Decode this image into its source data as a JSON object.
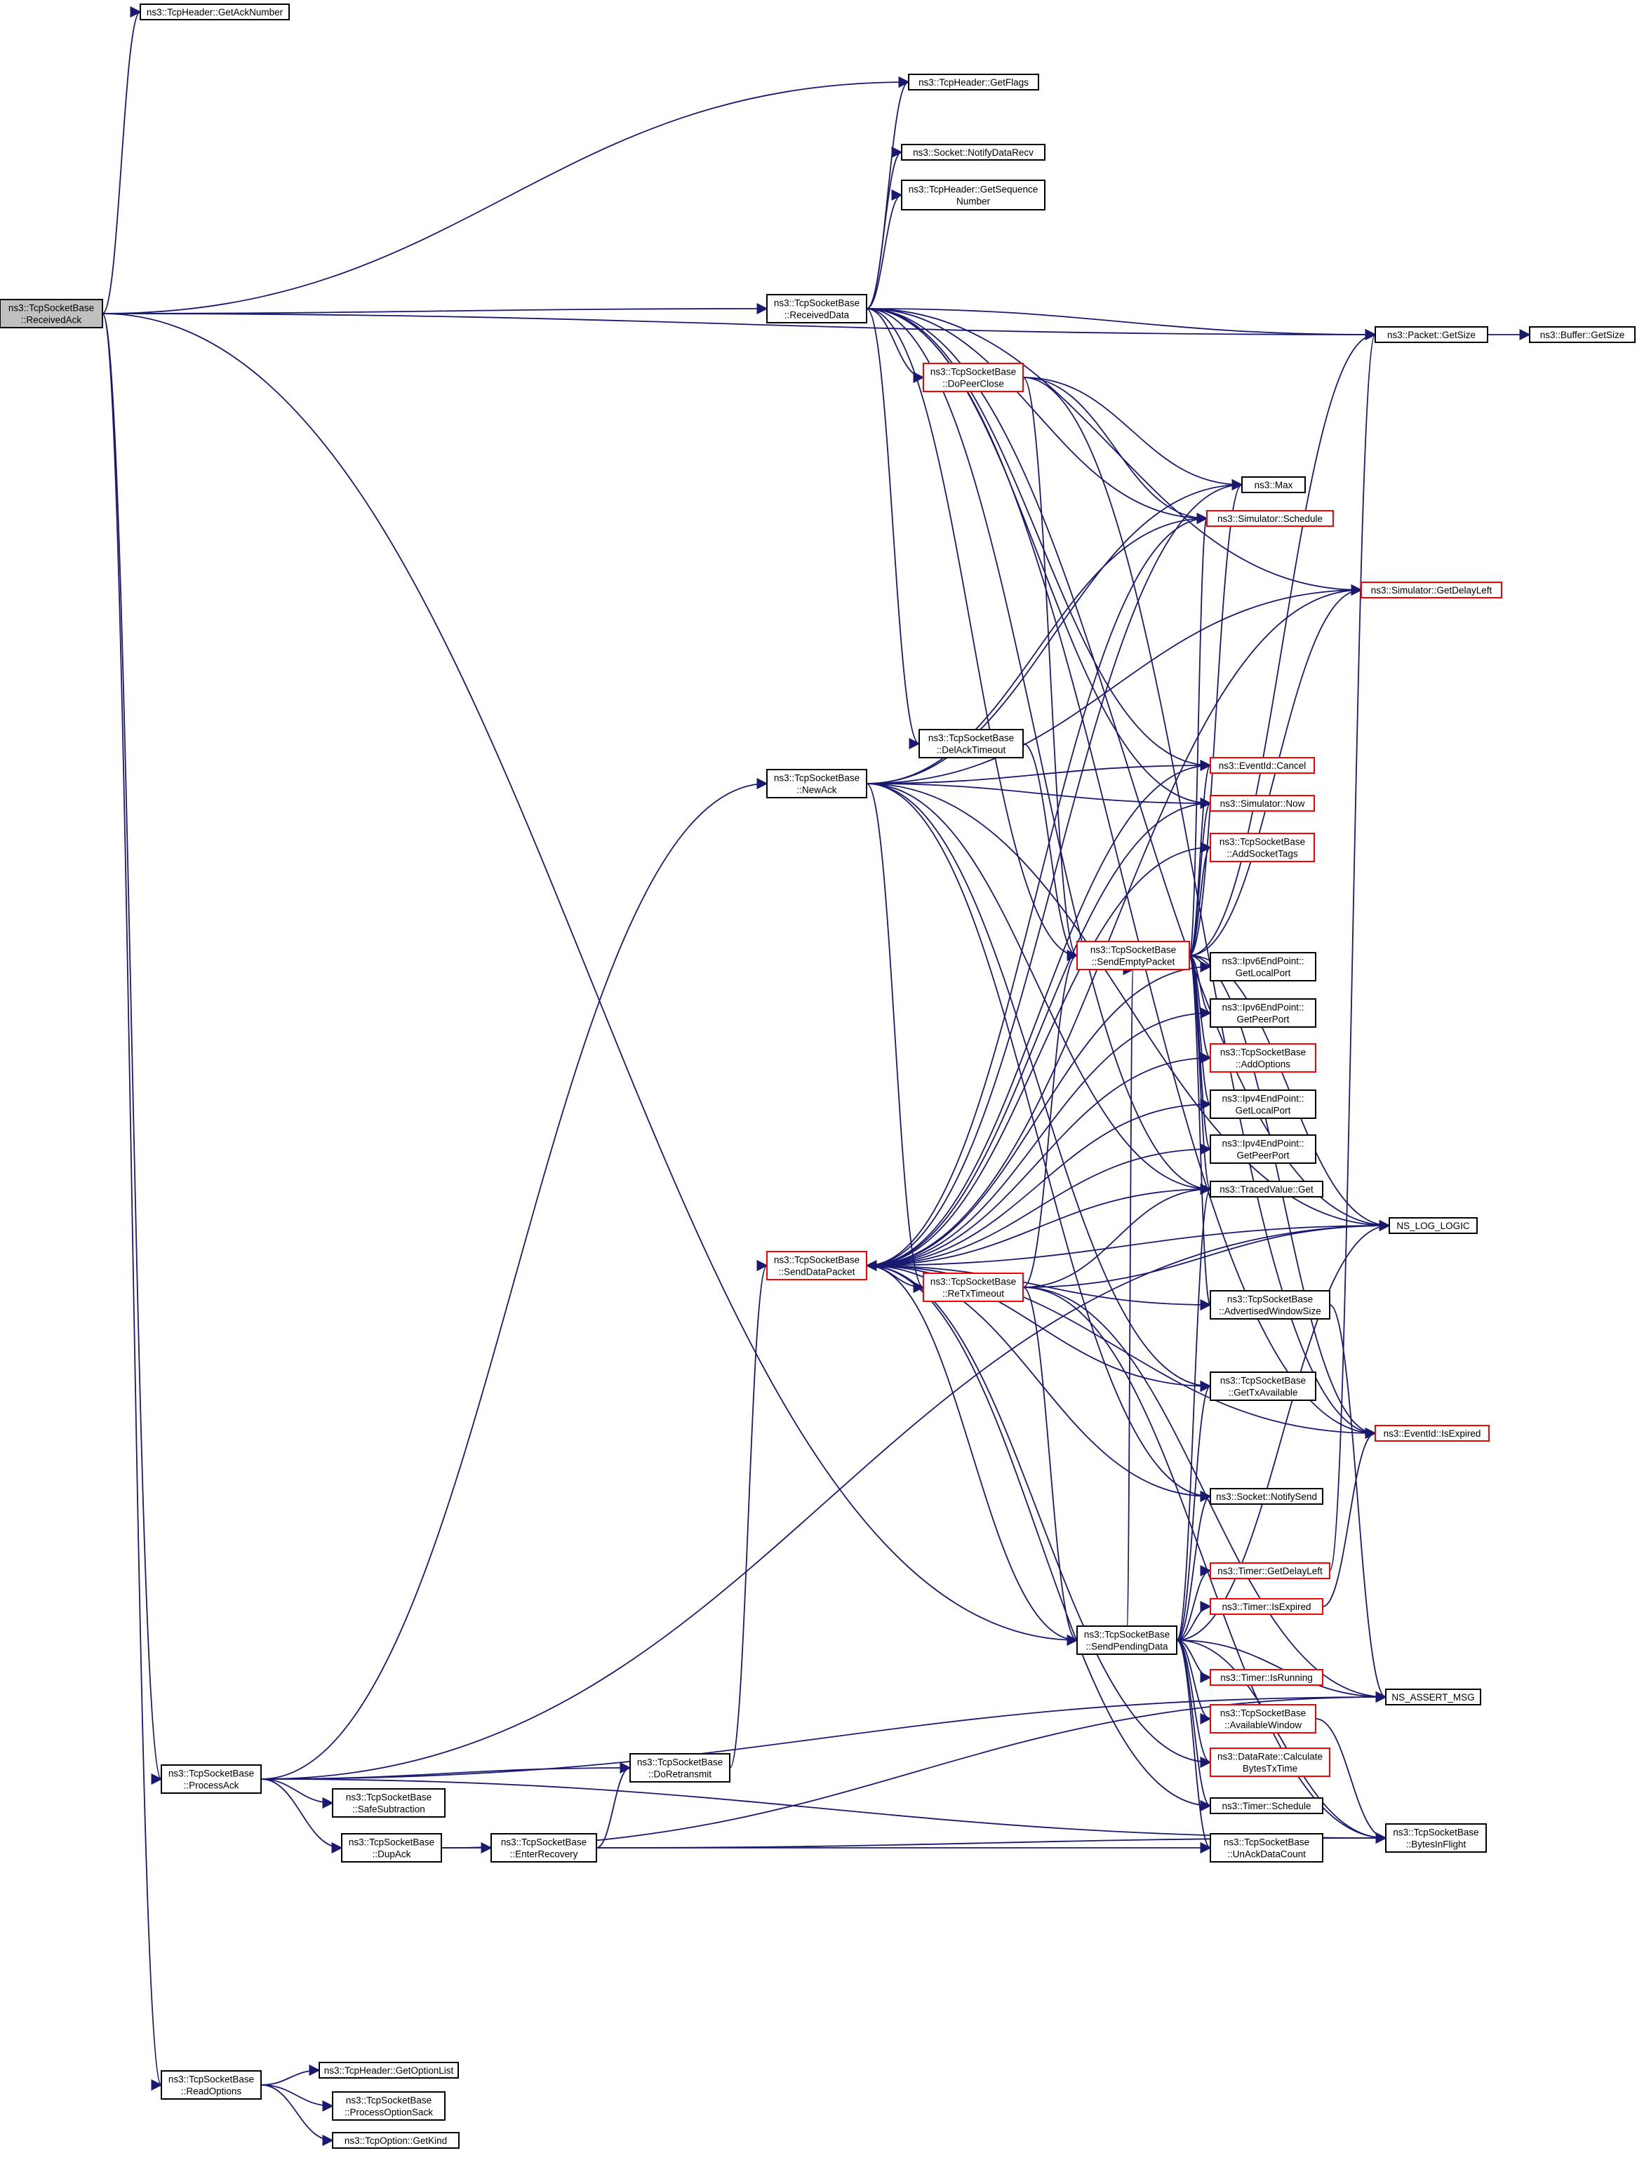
{
  "graph": {
    "title": "",
    "colors": {
      "edge": "#191970",
      "node_border": "#000000",
      "node_border_highlight": "#ff0000",
      "node_fill": "#ffffff",
      "focus_fill": "#c0c0c0"
    },
    "nodes": [
      {
        "id": "receivedAck",
        "lines": [
          "ns3::TcpSocketBase",
          "::ReceivedAck"
        ],
        "style": "focus"
      },
      {
        "id": "getAckNumber",
        "lines": [
          "ns3::TcpHeader::GetAckNumber"
        ],
        "style": "normal"
      },
      {
        "id": "getFlags",
        "lines": [
          "ns3::TcpHeader::GetFlags"
        ],
        "style": "normal"
      },
      {
        "id": "notifyDataRecv",
        "lines": [
          "ns3::Socket::NotifyDataRecv"
        ],
        "style": "normal"
      },
      {
        "id": "getSeqNum",
        "lines": [
          "ns3::TcpHeader::GetSequence",
          "Number"
        ],
        "style": "normal"
      },
      {
        "id": "receivedData",
        "lines": [
          "ns3::TcpSocketBase",
          "::ReceivedData"
        ],
        "style": "normal"
      },
      {
        "id": "packetGetSize",
        "lines": [
          "ns3::Packet::GetSize"
        ],
        "style": "normal"
      },
      {
        "id": "bufferGetSize",
        "lines": [
          "ns3::Buffer::GetSize"
        ],
        "style": "normal"
      },
      {
        "id": "doPeerClose",
        "lines": [
          "ns3::TcpSocketBase",
          "::DoPeerClose"
        ],
        "style": "red"
      },
      {
        "id": "max",
        "lines": [
          "ns3::Max"
        ],
        "style": "normal"
      },
      {
        "id": "schedule",
        "lines": [
          "ns3::Simulator::Schedule"
        ],
        "style": "red"
      },
      {
        "id": "getDelayLeft",
        "lines": [
          "ns3::Simulator::GetDelayLeft"
        ],
        "style": "red"
      },
      {
        "id": "delAckTimeout",
        "lines": [
          "ns3::TcpSocketBase",
          "::DelAckTimeout"
        ],
        "style": "normal"
      },
      {
        "id": "newAck",
        "lines": [
          "ns3::TcpSocketBase",
          "::NewAck"
        ],
        "style": "normal"
      },
      {
        "id": "eventCancel",
        "lines": [
          "ns3::EventId::Cancel"
        ],
        "style": "red"
      },
      {
        "id": "simNow",
        "lines": [
          "ns3::Simulator::Now"
        ],
        "style": "red"
      },
      {
        "id": "addSocketTags",
        "lines": [
          "ns3::TcpSocketBase",
          "::AddSocketTags"
        ],
        "style": "red"
      },
      {
        "id": "sendEmptyPacket",
        "lines": [
          "ns3::TcpSocketBase",
          "::SendEmptyPacket"
        ],
        "style": "red"
      },
      {
        "id": "ipv6GetLocalPort",
        "lines": [
          "ns3::Ipv6EndPoint::",
          "GetLocalPort"
        ],
        "style": "normal"
      },
      {
        "id": "ipv6GetPeerPort",
        "lines": [
          "ns3::Ipv6EndPoint::",
          "GetPeerPort"
        ],
        "style": "normal"
      },
      {
        "id": "addOptions",
        "lines": [
          "ns3::TcpSocketBase",
          "::AddOptions"
        ],
        "style": "red"
      },
      {
        "id": "ipv4GetLocalPort",
        "lines": [
          "ns3::Ipv4EndPoint::",
          "GetLocalPort"
        ],
        "style": "normal"
      },
      {
        "id": "ipv4GetPeerPort",
        "lines": [
          "ns3::Ipv4EndPoint::",
          "GetPeerPort"
        ],
        "style": "normal"
      },
      {
        "id": "tracedGet",
        "lines": [
          "ns3::TracedValue::Get"
        ],
        "style": "normal"
      },
      {
        "id": "nsLogLogic",
        "lines": [
          "NS_LOG_LOGIC"
        ],
        "style": "normal"
      },
      {
        "id": "sendDataPacket",
        "lines": [
          "ns3::TcpSocketBase",
          "::SendDataPacket"
        ],
        "style": "red"
      },
      {
        "id": "reTxTimeout",
        "lines": [
          "ns3::TcpSocketBase",
          "::ReTxTimeout"
        ],
        "style": "red"
      },
      {
        "id": "advWindowSize",
        "lines": [
          "ns3::TcpSocketBase",
          "::AdvertisedWindowSize"
        ],
        "style": "normal"
      },
      {
        "id": "getTxAvailable",
        "lines": [
          "ns3::TcpSocketBase",
          "::GetTxAvailable"
        ],
        "style": "normal"
      },
      {
        "id": "eventIsExpired",
        "lines": [
          "ns3::EventId::IsExpired"
        ],
        "style": "red"
      },
      {
        "id": "notifySend",
        "lines": [
          "ns3::Socket::NotifySend"
        ],
        "style": "normal"
      },
      {
        "id": "timerGetDelayLeft",
        "lines": [
          "ns3::Timer::GetDelayLeft"
        ],
        "style": "red"
      },
      {
        "id": "timerIsExpired",
        "lines": [
          "ns3::Timer::IsExpired"
        ],
        "style": "red"
      },
      {
        "id": "sendPendingData",
        "lines": [
          "ns3::TcpSocketBase",
          "::SendPendingData"
        ],
        "style": "normal"
      },
      {
        "id": "timerIsRunning",
        "lines": [
          "ns3::Timer::IsRunning"
        ],
        "style": "red"
      },
      {
        "id": "nsAssertMsg",
        "lines": [
          "NS_ASSERT_MSG"
        ],
        "style": "normal"
      },
      {
        "id": "availableWindow",
        "lines": [
          "ns3::TcpSocketBase",
          "::AvailableWindow"
        ],
        "style": "red"
      },
      {
        "id": "dataRateCalc",
        "lines": [
          "ns3::DataRate::Calculate",
          "BytesTxTime"
        ],
        "style": "red"
      },
      {
        "id": "processAck",
        "lines": [
          "ns3::TcpSocketBase",
          "::ProcessAck"
        ],
        "style": "normal"
      },
      {
        "id": "doRetransmit",
        "lines": [
          "ns3::TcpSocketBase",
          "::DoRetransmit"
        ],
        "style": "normal"
      },
      {
        "id": "safeSubtraction",
        "lines": [
          "ns3::TcpSocketBase",
          "::SafeSubtraction"
        ],
        "style": "normal"
      },
      {
        "id": "timerSchedule",
        "lines": [
          "ns3::Timer::Schedule"
        ],
        "style": "normal"
      },
      {
        "id": "bytesInFlight",
        "lines": [
          "ns3::TcpSocketBase",
          "::BytesInFlight"
        ],
        "style": "normal"
      },
      {
        "id": "dupAck",
        "lines": [
          "ns3::TcpSocketBase",
          "::DupAck"
        ],
        "style": "normal"
      },
      {
        "id": "enterRecovery",
        "lines": [
          "ns3::TcpSocketBase",
          "::EnterRecovery"
        ],
        "style": "normal"
      },
      {
        "id": "unAckDataCount",
        "lines": [
          "ns3::TcpSocketBase",
          "::UnAckDataCount"
        ],
        "style": "normal"
      },
      {
        "id": "readOptions",
        "lines": [
          "ns3::TcpSocketBase",
          "::ReadOptions"
        ],
        "style": "normal"
      },
      {
        "id": "getOptionList",
        "lines": [
          "ns3::TcpHeader::GetOptionList"
        ],
        "style": "normal"
      },
      {
        "id": "processOptionSack",
        "lines": [
          "ns3::TcpSocketBase",
          "::ProcessOptionSack"
        ],
        "style": "normal"
      },
      {
        "id": "tcpOptionGetKind",
        "lines": [
          "ns3::TcpOption::GetKind"
        ],
        "style": "normal"
      }
    ],
    "edges": [
      [
        "receivedAck",
        "getAckNumber"
      ],
      [
        "receivedAck",
        "getFlags"
      ],
      [
        "receivedAck",
        "packetGetSize"
      ],
      [
        "receivedAck",
        "receivedData"
      ],
      [
        "receivedAck",
        "processAck"
      ],
      [
        "receivedAck",
        "readOptions"
      ],
      [
        "receivedAck",
        "sendPendingData"
      ],
      [
        "receivedData",
        "getFlags"
      ],
      [
        "receivedData",
        "notifyDataRecv"
      ],
      [
        "receivedData",
        "getSeqNum"
      ],
      [
        "receivedData",
        "packetGetSize"
      ],
      [
        "receivedData",
        "doPeerClose"
      ],
      [
        "receivedData",
        "getDelayLeft"
      ],
      [
        "receivedData",
        "nsLogLogic"
      ],
      [
        "receivedData",
        "eventIsExpired"
      ],
      [
        "receivedData",
        "schedule"
      ],
      [
        "receivedData",
        "delAckTimeout"
      ],
      [
        "receivedData",
        "eventCancel"
      ],
      [
        "receivedData",
        "simNow"
      ],
      [
        "receivedData",
        "sendEmptyPacket"
      ],
      [
        "receivedData",
        "tracedGet"
      ],
      [
        "packetGetSize",
        "bufferGetSize"
      ],
      [
        "doPeerClose",
        "max"
      ],
      [
        "doPeerClose",
        "schedule"
      ],
      [
        "doPeerClose",
        "sendEmptyPacket"
      ],
      [
        "doPeerClose",
        "eventIsExpired"
      ],
      [
        "delAckTimeout",
        "sendEmptyPacket"
      ],
      [
        "newAck",
        "max"
      ],
      [
        "newAck",
        "schedule"
      ],
      [
        "newAck",
        "getDelayLeft"
      ],
      [
        "newAck",
        "eventCancel"
      ],
      [
        "newAck",
        "simNow"
      ],
      [
        "newAck",
        "nsLogLogic"
      ],
      [
        "newAck",
        "reTxTimeout"
      ],
      [
        "newAck",
        "tracedGet"
      ],
      [
        "newAck",
        "getTxAvailable"
      ],
      [
        "newAck",
        "notifySend"
      ],
      [
        "sendEmptyPacket",
        "max"
      ],
      [
        "sendEmptyPacket",
        "schedule"
      ],
      [
        "sendEmptyPacket",
        "getDelayLeft"
      ],
      [
        "sendEmptyPacket",
        "eventCancel"
      ],
      [
        "sendEmptyPacket",
        "simNow"
      ],
      [
        "sendEmptyPacket",
        "addSocketTags"
      ],
      [
        "sendEmptyPacket",
        "ipv6GetLocalPort"
      ],
      [
        "sendEmptyPacket",
        "ipv6GetPeerPort"
      ],
      [
        "sendEmptyPacket",
        "addOptions"
      ],
      [
        "sendEmptyPacket",
        "ipv4GetLocalPort"
      ],
      [
        "sendEmptyPacket",
        "ipv4GetPeerPort"
      ],
      [
        "sendEmptyPacket",
        "tracedGet"
      ],
      [
        "sendEmptyPacket",
        "nsLogLogic"
      ],
      [
        "sendEmptyPacket",
        "advWindowSize"
      ],
      [
        "sendEmptyPacket",
        "eventIsExpired"
      ],
      [
        "sendEmptyPacket",
        "packetGetSize"
      ],
      [
        "sendDataPacket",
        "schedule"
      ],
      [
        "sendDataPacket",
        "getDelayLeft"
      ],
      [
        "sendDataPacket",
        "max"
      ],
      [
        "sendDataPacket",
        "eventCancel"
      ],
      [
        "sendDataPacket",
        "simNow"
      ],
      [
        "sendDataPacket",
        "addSocketTags"
      ],
      [
        "sendDataPacket",
        "ipv6GetLocalPort"
      ],
      [
        "sendDataPacket",
        "ipv6GetPeerPort"
      ],
      [
        "sendDataPacket",
        "addOptions"
      ],
      [
        "sendDataPacket",
        "ipv4GetLocalPort"
      ],
      [
        "sendDataPacket",
        "ipv4GetPeerPort"
      ],
      [
        "sendDataPacket",
        "tracedGet"
      ],
      [
        "sendDataPacket",
        "nsLogLogic"
      ],
      [
        "sendDataPacket",
        "reTxTimeout"
      ],
      [
        "sendDataPacket",
        "advWindowSize"
      ],
      [
        "sendDataPacket",
        "eventIsExpired"
      ],
      [
        "sendDataPacket",
        "timerSchedule"
      ],
      [
        "sendDataPacket",
        "dataRateCalc"
      ],
      [
        "sendDataPacket",
        "notifySend"
      ],
      [
        "sendDataPacket",
        "getTxAvailable"
      ],
      [
        "reTxTimeout",
        "sendEmptyPacket"
      ],
      [
        "reTxTimeout",
        "tracedGet"
      ],
      [
        "reTxTimeout",
        "nsLogLogic"
      ],
      [
        "reTxTimeout",
        "nsAssertMsg"
      ],
      [
        "reTxTimeout",
        "sendPendingData"
      ],
      [
        "reTxTimeout",
        "bytesInFlight"
      ],
      [
        "advWindowSize",
        "nsAssertMsg"
      ],
      [
        "sendPendingData",
        "sendDataPacket"
      ],
      [
        "sendPendingData",
        "sendEmptyPacket"
      ],
      [
        "sendPendingData",
        "tracedGet"
      ],
      [
        "sendPendingData",
        "nsLogLogic"
      ],
      [
        "sendPendingData",
        "getTxAvailable"
      ],
      [
        "sendPendingData",
        "notifySend"
      ],
      [
        "sendPendingData",
        "timerGetDelayLeft"
      ],
      [
        "sendPendingData",
        "timerIsExpired"
      ],
      [
        "sendPendingData",
        "timerIsRunning"
      ],
      [
        "sendPendingData",
        "availableWindow"
      ],
      [
        "sendPendingData",
        "dataRateCalc"
      ],
      [
        "sendPendingData",
        "timerSchedule"
      ],
      [
        "sendPendingData",
        "unAckDataCount"
      ],
      [
        "sendPendingData",
        "bytesInFlight"
      ],
      [
        "sendPendingData",
        "nsAssertMsg"
      ],
      [
        "timerGetDelayLeft",
        "packetGetSize"
      ],
      [
        "timerIsExpired",
        "eventIsExpired"
      ],
      [
        "availableWindow",
        "bytesInFlight"
      ],
      [
        "processAck",
        "newAck"
      ],
      [
        "processAck",
        "doRetransmit"
      ],
      [
        "processAck",
        "safeSubtraction"
      ],
      [
        "processAck",
        "dupAck"
      ],
      [
        "processAck",
        "nsLogLogic"
      ],
      [
        "processAck",
        "nsAssertMsg"
      ],
      [
        "processAck",
        "bytesInFlight"
      ],
      [
        "doRetransmit",
        "sendDataPacket"
      ],
      [
        "dupAck",
        "enterRecovery"
      ],
      [
        "dupAck",
        "nsAssertMsg"
      ],
      [
        "enterRecovery",
        "doRetransmit"
      ],
      [
        "enterRecovery",
        "unAckDataCount"
      ],
      [
        "enterRecovery",
        "bytesInFlight"
      ],
      [
        "readOptions",
        "getOptionList"
      ],
      [
        "readOptions",
        "processOptionSack"
      ],
      [
        "readOptions",
        "tcpOptionGetKind"
      ]
    ]
  }
}
